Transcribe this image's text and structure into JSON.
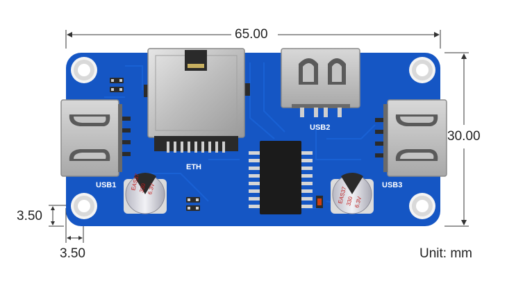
{
  "dimensions": {
    "width": "65.00",
    "height": "30.00",
    "hole_offset_vertical": "3.50",
    "hole_offset_horizontal": "3.50",
    "unit_label": "Unit: mm"
  },
  "board": {
    "color": "#1556c4",
    "labels": {
      "eth": "ETH",
      "usb1": "USB1",
      "usb2": "USB2",
      "usb3": "USB3"
    },
    "capacitor_left": {
      "line1": "EAS37",
      "line2": "330",
      "line3": "6.3V"
    },
    "capacitor_right": {
      "line1": "EAS37",
      "line2": "330",
      "line3": "6.3V"
    }
  }
}
